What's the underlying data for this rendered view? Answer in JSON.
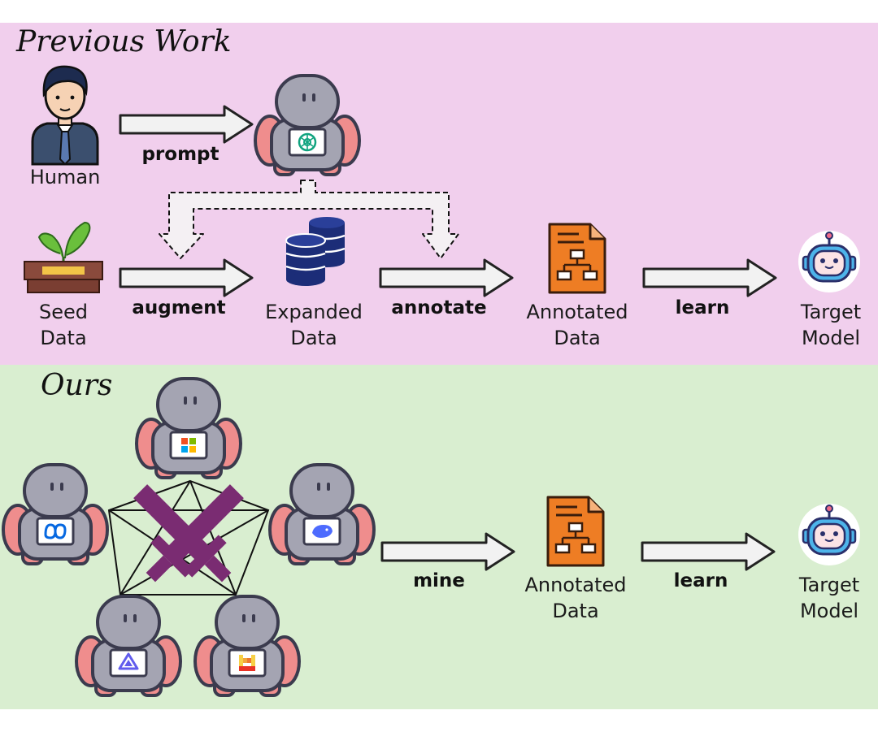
{
  "previous": {
    "title": "Previous Work",
    "human_label": "Human",
    "prompt_label": "prompt",
    "seed_label": [
      "Seed",
      "Data"
    ],
    "augment_label": "augment",
    "expanded_label": [
      "Expanded",
      "Data"
    ],
    "annotate_label": "annotate",
    "annotated_label": [
      "Annotated",
      "Data"
    ],
    "learn_label": "learn",
    "target_label": [
      "Target",
      "Model"
    ],
    "robot_logo": "openai-icon"
  },
  "ours": {
    "title": "Ours",
    "robot_logos": [
      "microsoft-icon",
      "meta-icon",
      "deepseek-icon",
      "qwen-icon",
      "mistral-icon"
    ],
    "mine_label": "mine",
    "annotated_label": [
      "Annotated",
      "Data"
    ],
    "learn_label": "learn",
    "target_label": [
      "Target",
      "Model"
    ]
  },
  "colors": {
    "previous_bg": "#f1cfed",
    "ours_bg": "#d9eed0",
    "robot_body": "#a4a4b2",
    "robot_pink": "#ef8d8d",
    "doc_orange": "#ee7d24",
    "db_navy": "#1c2d78",
    "swords": "#7a2c72"
  }
}
